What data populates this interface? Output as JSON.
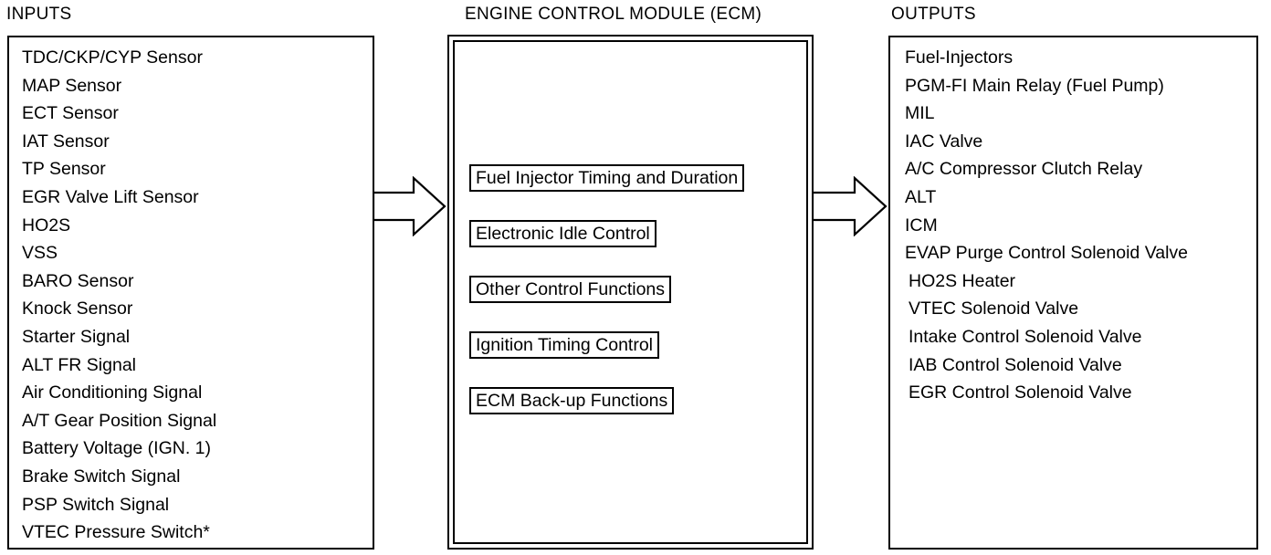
{
  "inputs": {
    "heading": "INPUTS",
    "items": [
      "TDC/CKP/CYP Sensor",
      "MAP Sensor",
      "ECT Sensor",
      "IAT Sensor",
      "TP Sensor",
      "EGR Valve Lift Sensor",
      "HO2S",
      "VSS",
      "BARO Sensor",
      "Knock Sensor",
      "Starter Signal",
      "ALT FR Signal",
      "Air Conditioning Signal",
      "A/T Gear Position Signal",
      "Battery Voltage (IGN. 1)",
      "Brake Switch Signal",
      "PSP Switch Signal",
      "VTEC Pressure Switch*"
    ]
  },
  "ecm": {
    "heading": "ENGINE CONTROL MODULE (ECM)",
    "functions": [
      "Fuel Injector Timing and Duration",
      "Electronic Idle Control",
      "Other Control Functions",
      "Ignition Timing Control",
      "ECM Back-up Functions"
    ]
  },
  "outputs": {
    "heading": "OUTPUTS",
    "items": [
      "Fuel-Injectors",
      "PGM-FI Main Relay (Fuel Pump)",
      "MIL",
      "IAC Valve",
      "A/C Compressor Clutch Relay",
      "ALT",
      "ICM",
      "EVAP Purge Control Solenoid Valve",
      "HO2S Heater",
      "VTEC Solenoid Valve",
      "Intake Control Solenoid Valve",
      "IAB Control Solenoid Valve",
      "EGR Control Solenoid Valve"
    ]
  }
}
